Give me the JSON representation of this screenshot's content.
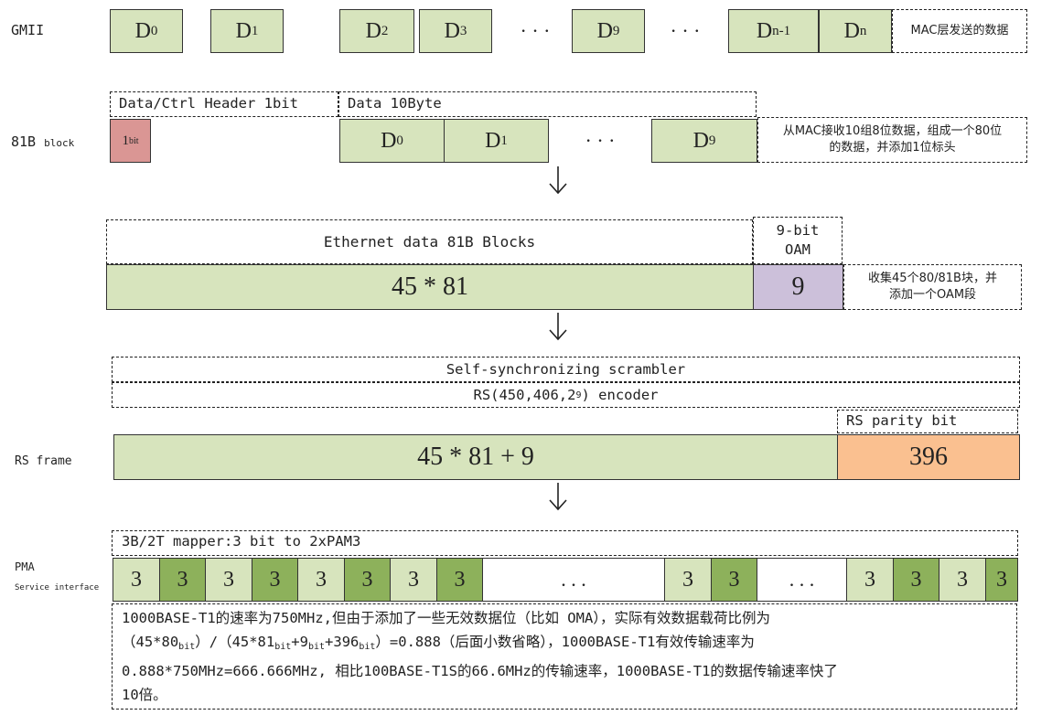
{
  "rows": {
    "gmii": "GMII",
    "block81b": "81B",
    "block81b_suffix": "block",
    "rs_frame": "RS frame",
    "pma": "PMA",
    "pma_sub": "Service interface"
  },
  "gmii": {
    "blocks": [
      {
        "base": "D",
        "sub": "0"
      },
      {
        "base": "D",
        "sub": "1"
      },
      {
        "base": "D",
        "sub": "2"
      },
      {
        "base": "D",
        "sub": "3"
      },
      {
        "base": "D",
        "sub": "9"
      },
      {
        "base": "D",
        "sub": "n-1"
      },
      {
        "base": "D",
        "sub": "n"
      }
    ],
    "ellipsis": "· · ·",
    "note": "MAC层发送的数据"
  },
  "block81b": {
    "header_label": "Data/Ctrl Header 1bit",
    "data_label": "Data 10Byte",
    "header_cell": {
      "base": "1",
      "sub": "bit"
    },
    "blocks": [
      {
        "base": "D",
        "sub": "0"
      },
      {
        "base": "D",
        "sub": "1"
      },
      {
        "base": "D",
        "sub": "9"
      }
    ],
    "ellipsis": "· · ·",
    "note_line1": "从MAC接收10组8位数据，组成一个80位",
    "note_line2": "的数据，并添加1位标头"
  },
  "oam": {
    "eth_label": "Ethernet data 81B Blocks",
    "oam_label_1": "9-bit",
    "oam_label_2": "OAM",
    "main_value": "45 * 81",
    "oam_value": "9",
    "note_line1": "收集45个80/81B块，并",
    "note_line2": "添加一个OAM段"
  },
  "rs": {
    "scrambler": "Self-synchronizing scrambler",
    "encoder_prefix": "RS(450,406,2",
    "encoder_exp": "9",
    "encoder_suffix": ") encoder",
    "parity_label": "RS parity bit",
    "main_value": "45 * 81 + 9",
    "parity_value": "396"
  },
  "pma": {
    "mapper_label": "3B/2T mapper:3 bit to 2xPAM3",
    "symbol": "3",
    "ellipsis": ". . .",
    "cells": [
      {
        "kind": "light"
      },
      {
        "kind": "dark"
      },
      {
        "kind": "light"
      },
      {
        "kind": "dark"
      },
      {
        "kind": "light"
      },
      {
        "kind": "dark"
      },
      {
        "kind": "light"
      },
      {
        "kind": "dark"
      },
      {
        "kind": "gap"
      },
      {
        "kind": "light"
      },
      {
        "kind": "dark"
      },
      {
        "kind": "gap"
      },
      {
        "kind": "light"
      },
      {
        "kind": "dark"
      },
      {
        "kind": "light"
      },
      {
        "kind": "dark"
      }
    ]
  },
  "paragraph": {
    "line1": "1000BASE-T1的速率为750MHz,但由于添加了一些无效数据位（比如 OMA），实际有效数据载荷比例为",
    "line2_parts": [
      "（45*80",
      "bit",
      "）/（45*81",
      "bit",
      "+9",
      "bit",
      "+396",
      "bit",
      "）=0.888（后面小数省略），1000BASE-T1有效传输速率为"
    ],
    "line3": "0.888*750MHz=666.666MHz, 相比100BASE-T1S的66.6MHz的传输速率，1000BASE-T1的数据传输速率快了",
    "line4": "10倍。"
  },
  "colors": {
    "green": "#d7e4bd",
    "dark_green": "#8db15b",
    "pink": "#da9694",
    "purple": "#ccc0da",
    "orange": "#fac090"
  }
}
